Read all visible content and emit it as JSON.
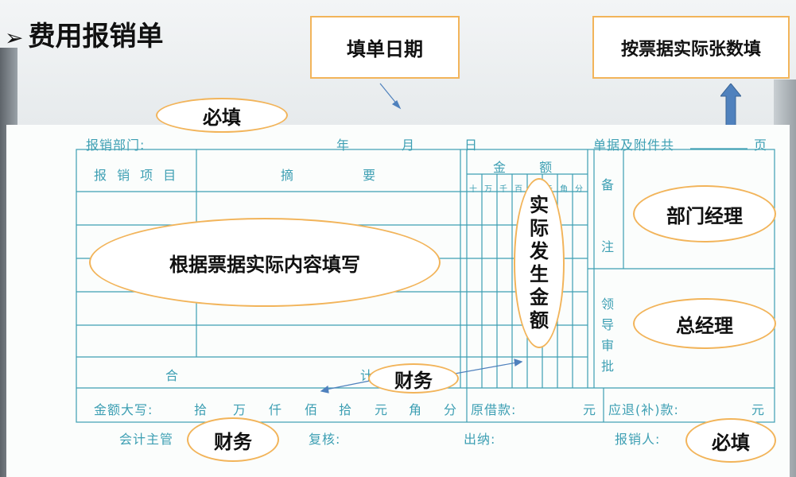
{
  "slide": {
    "title": "费用报销单",
    "bullet": "➢"
  },
  "callouts": {
    "fill_date": "填单日期",
    "attachments": "按票据实际张数填",
    "required_top": "必填",
    "content": "根据票据实际内容填写",
    "amount": "实\n际\n发\n生\n金\n额",
    "dept_manager": "部门经理",
    "general_manager": "总经理",
    "finance_mid": "财务",
    "finance_bottom": "财务",
    "required_bottom": "必填"
  },
  "form": {
    "dept_label": "报销部门:",
    "year": "年",
    "month": "月",
    "day": "日",
    "attachments_label": "单据及附件共",
    "page_unit": "页",
    "col_item": "报 销 项 目",
    "col_summary": "摘 要",
    "col_amount": "金 额",
    "digit_headers": [
      "十",
      "万",
      "千",
      "百",
      "十",
      "元",
      "角",
      "分"
    ],
    "remarks_label": [
      "备",
      "注"
    ],
    "approval_label": [
      "领",
      "导",
      "审",
      "批"
    ],
    "total_left": "合",
    "total_right": "计",
    "amount_words_label": "金额大写:",
    "amount_words_units": [
      "拾",
      "万",
      "仟",
      "佰",
      "拾",
      "元",
      "角",
      "分"
    ],
    "loan_label": "原借款:",
    "yuan_1": "元",
    "refund_label": "应退(补)款:",
    "yuan_2": "元",
    "accounting_supervisor": "会计主管",
    "review_label": "复核:",
    "cashier_label": "出纳:",
    "applicant_label": "报销人:"
  },
  "colors": {
    "form_ink": "#3d9fb3",
    "callout_border": "#f2b45a",
    "arrow": "#4f81bd"
  }
}
